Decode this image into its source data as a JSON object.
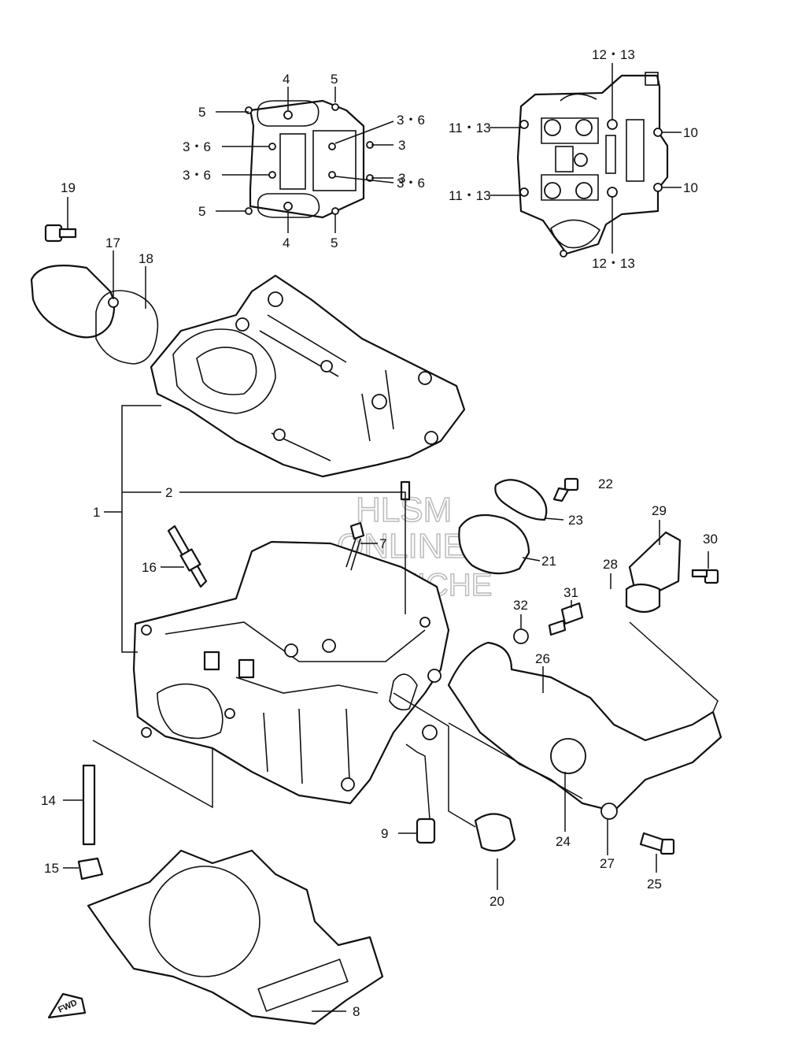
{
  "watermark": {
    "line1": "HLSM",
    "line2": "ONLINE",
    "line3": "MICROFICHE"
  },
  "fwd_label": "FWD",
  "callouts": {
    "c1": "1",
    "c2": "2",
    "c3a": "3",
    "c3b": "3",
    "c36a": "3・6",
    "c36b": "3・6",
    "c36c": "3・6",
    "c36d": "3・6",
    "c4a": "4",
    "c4b": "4",
    "c5a": "5",
    "c5b": "5",
    "c5c": "5",
    "c5d": "5",
    "c7": "7",
    "c8": "8",
    "c9": "9",
    "c10a": "10",
    "c10b": "10",
    "c1113a": "11・13",
    "c1113b": "11・13",
    "c1213a": "12・13",
    "c1213b": "12・13",
    "c14": "14",
    "c15": "15",
    "c16": "16",
    "c17": "17",
    "c18": "18",
    "c19": "19",
    "c20": "20",
    "c21": "21",
    "c22": "22",
    "c23": "23",
    "c24": "24",
    "c25": "25",
    "c26": "26",
    "c27": "27",
    "c28": "28",
    "c29": "29",
    "c30": "30",
    "c31": "31",
    "c32": "32"
  }
}
